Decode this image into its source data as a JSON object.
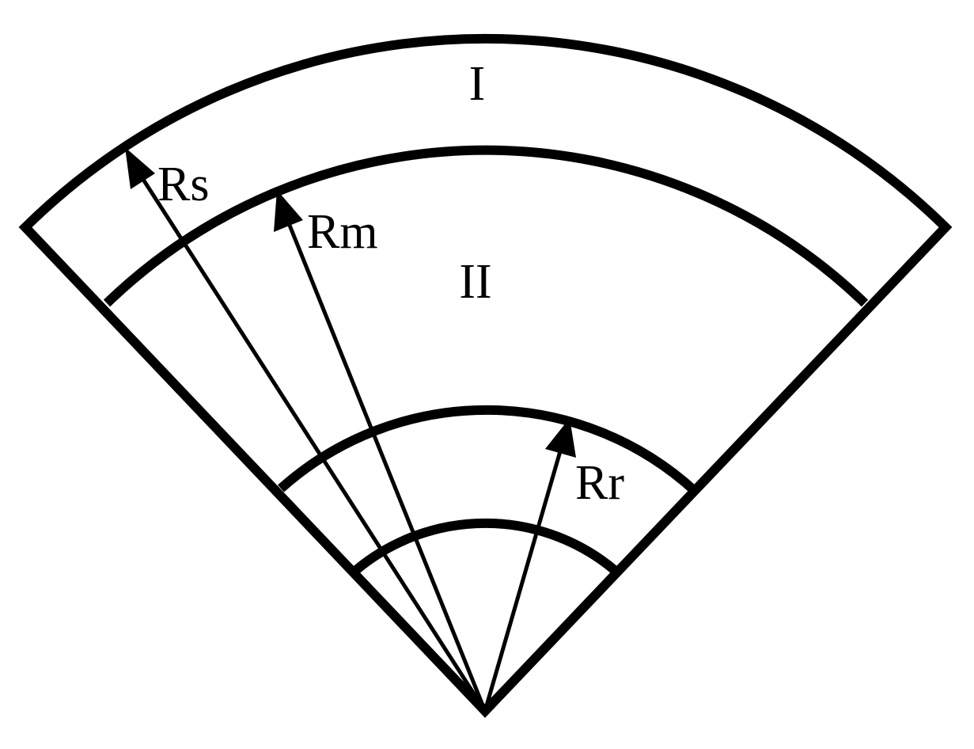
{
  "regions": {
    "region_1": "I",
    "region_2": "II"
  },
  "radius_labels": {
    "stator": "Rs",
    "magnet": "Rm",
    "rotor": "Rr"
  },
  "colors": {
    "stroke": "#000000",
    "background": "#ffffff"
  }
}
